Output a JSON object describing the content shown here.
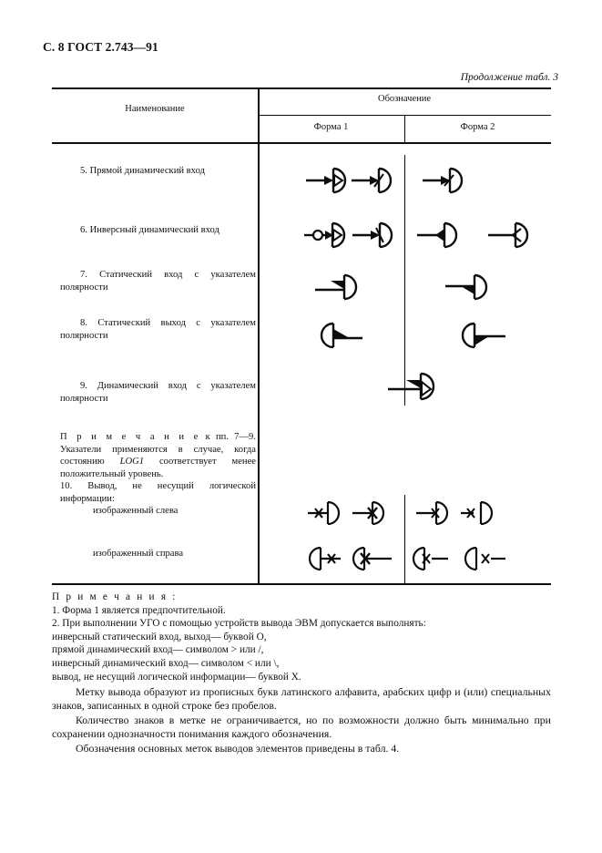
{
  "header": {
    "page_marker": "С. 8 ГОСТ 2.743—91",
    "table_continuation": "Продолжение табл. 3"
  },
  "table": {
    "col_name_header": "Наименование",
    "col_symbol_header": "Обозначение",
    "col_form1_header": "Форма 1",
    "col_form2_header": "Форма 2",
    "rows": [
      {
        "num": "5.",
        "text": "Прямой динамический вход"
      },
      {
        "num": "6.",
        "text": "Инверсный динамический вход"
      },
      {
        "num": "7.",
        "text": "Статический вход с указателем полярности"
      },
      {
        "num": "8.",
        "text": "Статический выход с указателем полярности"
      },
      {
        "num": "9.",
        "text": "Динамический вход с указателем полярности"
      }
    ],
    "inline_note": {
      "label": "П р и м е ч а н и е",
      "body": " к пп. 7—9. Указатели применяются в случае, когда состоянию ",
      "italic_term": "LOG1",
      "tail": " соответствует менее положительный уровень."
    },
    "row10": {
      "num": "10.",
      "text": "Вывод, не несущий логической информации:",
      "sub_a": "изображенный слева",
      "sub_b": "изображенный справа"
    }
  },
  "notes": {
    "title": "П р и м е ч а н и я :",
    "items": [
      "1.  Форма 1 является предпочтительной.",
      "2.  При выполнении УГО с помощью устройств вывода ЭВМ допускается выполнять:",
      "инверсный статический вход, выход— буквой О,",
      "прямой динамический вход— символом > или /,",
      "инверсный динамический вход— символом < или \\,",
      "вывод, не несущий логической информации— буквой Х."
    ]
  },
  "paragraphs": [
    "Метку вывода образуют из прописных букв латинского алфавита, арабских цифр и (или) специальных знаков, записанных в одной строке без пробелов.",
    "Количество знаков в метке не ограничивается, но по возможности должно быть минимально при сохранении однозначности понимания каждого обозначения.",
    "Обозначения основных меток выводов элементов приведены в табл. 4."
  ],
  "symbols": {
    "ink": "#0d0d0d",
    "glyph_names": [
      "direct-dynamic-input-triangle",
      "direct-dynamic-input-slash",
      "inverted-dynamic-input-bubble",
      "inverted-dynamic-input-slash",
      "static-input-polarity",
      "static-output-polarity",
      "dynamic-input-polarity",
      "non-logic-pin-cross"
    ]
  }
}
